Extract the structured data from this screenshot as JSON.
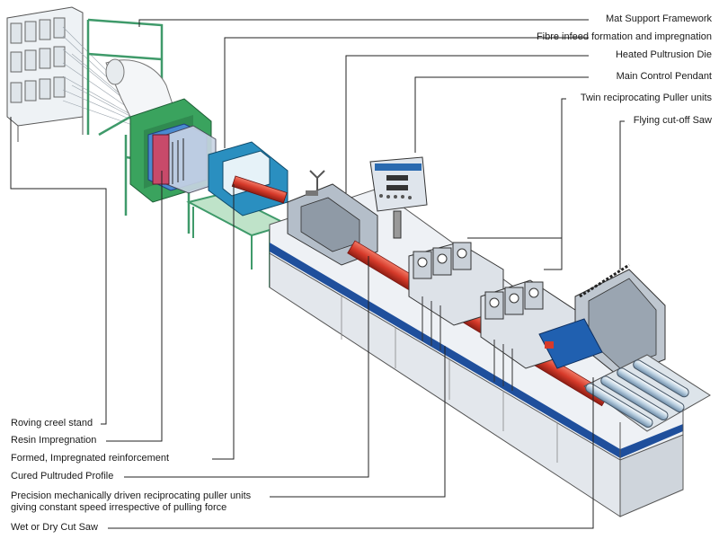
{
  "labels_right": [
    {
      "id": "mat-support",
      "text": "Mat Support Framework"
    },
    {
      "id": "fibre-infeed",
      "text": "Fibre infeed formation and impregnation"
    },
    {
      "id": "heated-die",
      "text": "Heated Pultrusion Die"
    },
    {
      "id": "control-pendant",
      "text": "Main Control Pendant"
    },
    {
      "id": "twin-puller",
      "text": "Twin reciprocating Puller units"
    },
    {
      "id": "flying-saw",
      "text": "Flying cut-off Saw"
    }
  ],
  "labels_left": [
    {
      "id": "roving-creel",
      "text": "Roving creel stand"
    },
    {
      "id": "resin-impregnation",
      "text": "Resin Impregnation"
    },
    {
      "id": "formed-reinforcement",
      "text": "Formed, Impregnated reinforcement"
    },
    {
      "id": "cured-profile",
      "text": "Cured Pultruded Profile"
    },
    {
      "id": "precision-puller",
      "text": "Precision mechanically driven reciprocating puller units",
      "text2": "giving constant speed irrespective of pulling force"
    },
    {
      "id": "cut-saw",
      "text": "Wet or Dry Cut Saw"
    }
  ],
  "colors": {
    "frame_green": "#3f9a6a",
    "die_blue": "#2a8fc0",
    "machine_blue": "#1f4f9c",
    "profile_red": "#d63a2a",
    "panel_grey": "#d9dde3"
  }
}
